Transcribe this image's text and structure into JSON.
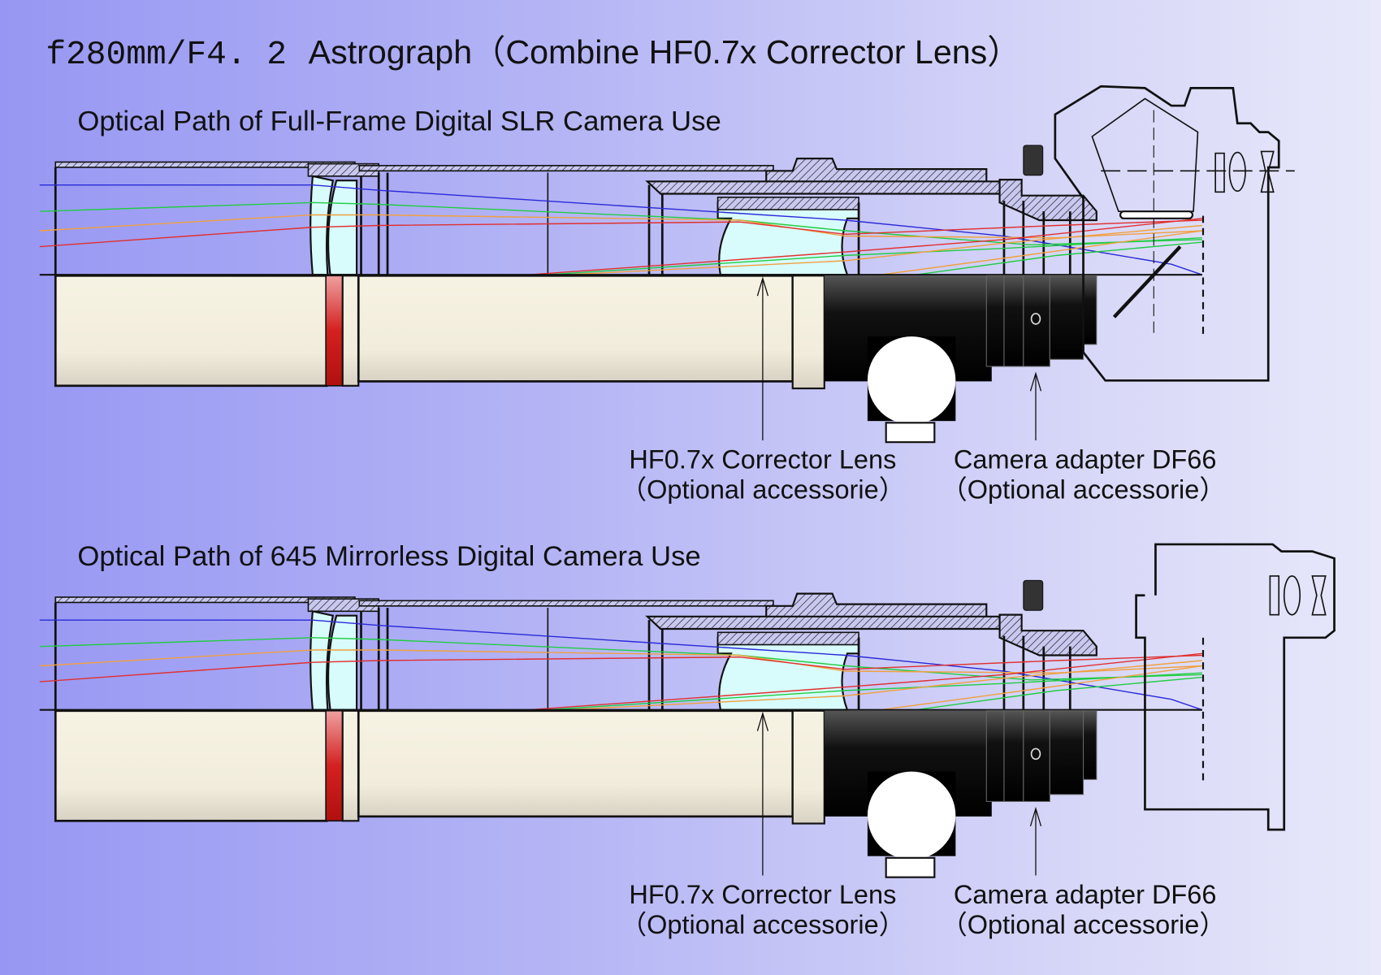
{
  "title": {
    "model": "f280mm/F4. 2",
    "rest": "Astrograph（Combine HF0.7x Corrector Lens）"
  },
  "sections": [
    {
      "heading": "Optical Path of Full-Frame Digital SLR Camera Use",
      "camera": "slr",
      "labels": {
        "corrector": "HF0.7x Corrector Lens",
        "corrector_note": "（Optional accessorie）",
        "adapter": "Camera adapter DF66",
        "adapter_note": "（Optional accessorie）"
      }
    },
    {
      "heading": "Optical Path of 645 Mirrorless Digital Camera Use",
      "camera": "mirrorless",
      "labels": {
        "corrector": "HF0.7x Corrector Lens",
        "corrector_note": "（Optional accessorie）",
        "adapter": "Camera adapter DF66",
        "adapter_note": "（Optional accessorie）"
      }
    }
  ],
  "colors": {
    "tube": "#f3efdf",
    "red_band": "#d42020",
    "glass": "#d8fbfb",
    "focuser": "#111111",
    "ray_blue": "#2a2ad8",
    "ray_green": "#22cc44",
    "ray_orange": "#f0a040",
    "ray_red": "#e03030"
  }
}
